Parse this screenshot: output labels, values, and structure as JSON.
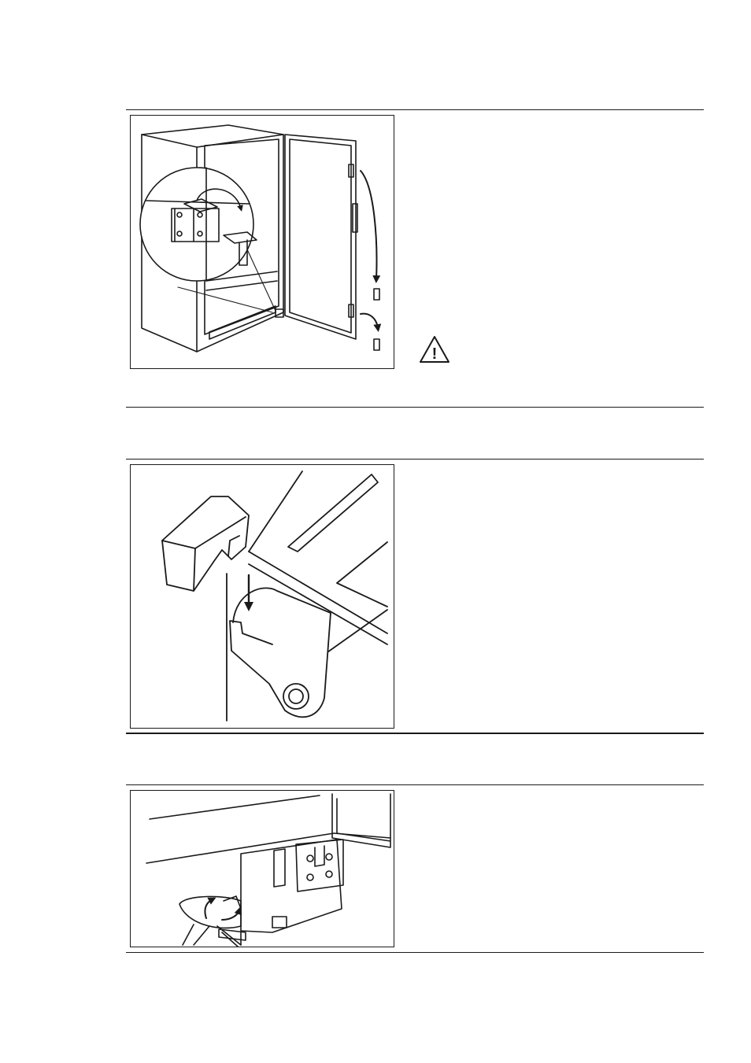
{
  "page": {
    "background": "#ffffff",
    "line_color": "#1a1a1a"
  },
  "figures": [
    {
      "id": "fig-1",
      "subject": "door-hinge-removal",
      "icons": [
        "curved-arrow-icon",
        "down-arrow-icon"
      ]
    },
    {
      "id": "fig-2",
      "subject": "hinge-cover-fitting",
      "icons": [
        "down-arrow-icon"
      ]
    },
    {
      "id": "fig-3",
      "subject": "adjustable-foot",
      "icons": [
        "rotate-arrows-icon"
      ]
    }
  ],
  "warning": {
    "icon": "warning-triangle-icon",
    "glyph": "!"
  }
}
